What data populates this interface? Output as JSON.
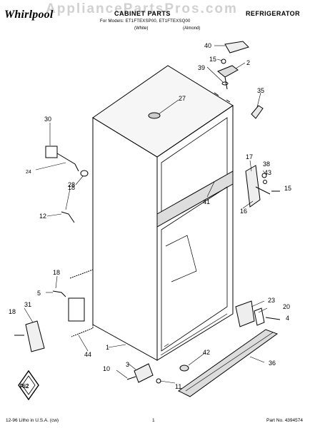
{
  "header": {
    "brand": "Whirlpool",
    "watermark": "AppliancePartsPros.com",
    "title": "CABINET PARTS",
    "category": "REFRIGERATOR",
    "models_line": "For Models: ET1FTEXSP00, ET1FTEXSQ00",
    "variant_white": "(White)",
    "variant_almond": "(Almond)"
  },
  "callouts": [
    "40",
    "15",
    "2",
    "39",
    "35",
    "27",
    "30",
    "24",
    "28",
    "18",
    "12",
    "17",
    "38",
    "43",
    "15",
    "16",
    "41",
    "18",
    "5",
    "23",
    "20",
    "4",
    "18",
    "31",
    "44",
    "1",
    "42",
    "36",
    "3",
    "10",
    "11"
  ],
  "footer": {
    "left": "12-96 Litho in U.S.A. (cw)",
    "center": "1",
    "right": "Part No. 4394574"
  },
  "logo_text": "Ri2",
  "colors": {
    "ink": "#000000",
    "watermark": "#c9c9c9",
    "background": "#ffffff"
  }
}
